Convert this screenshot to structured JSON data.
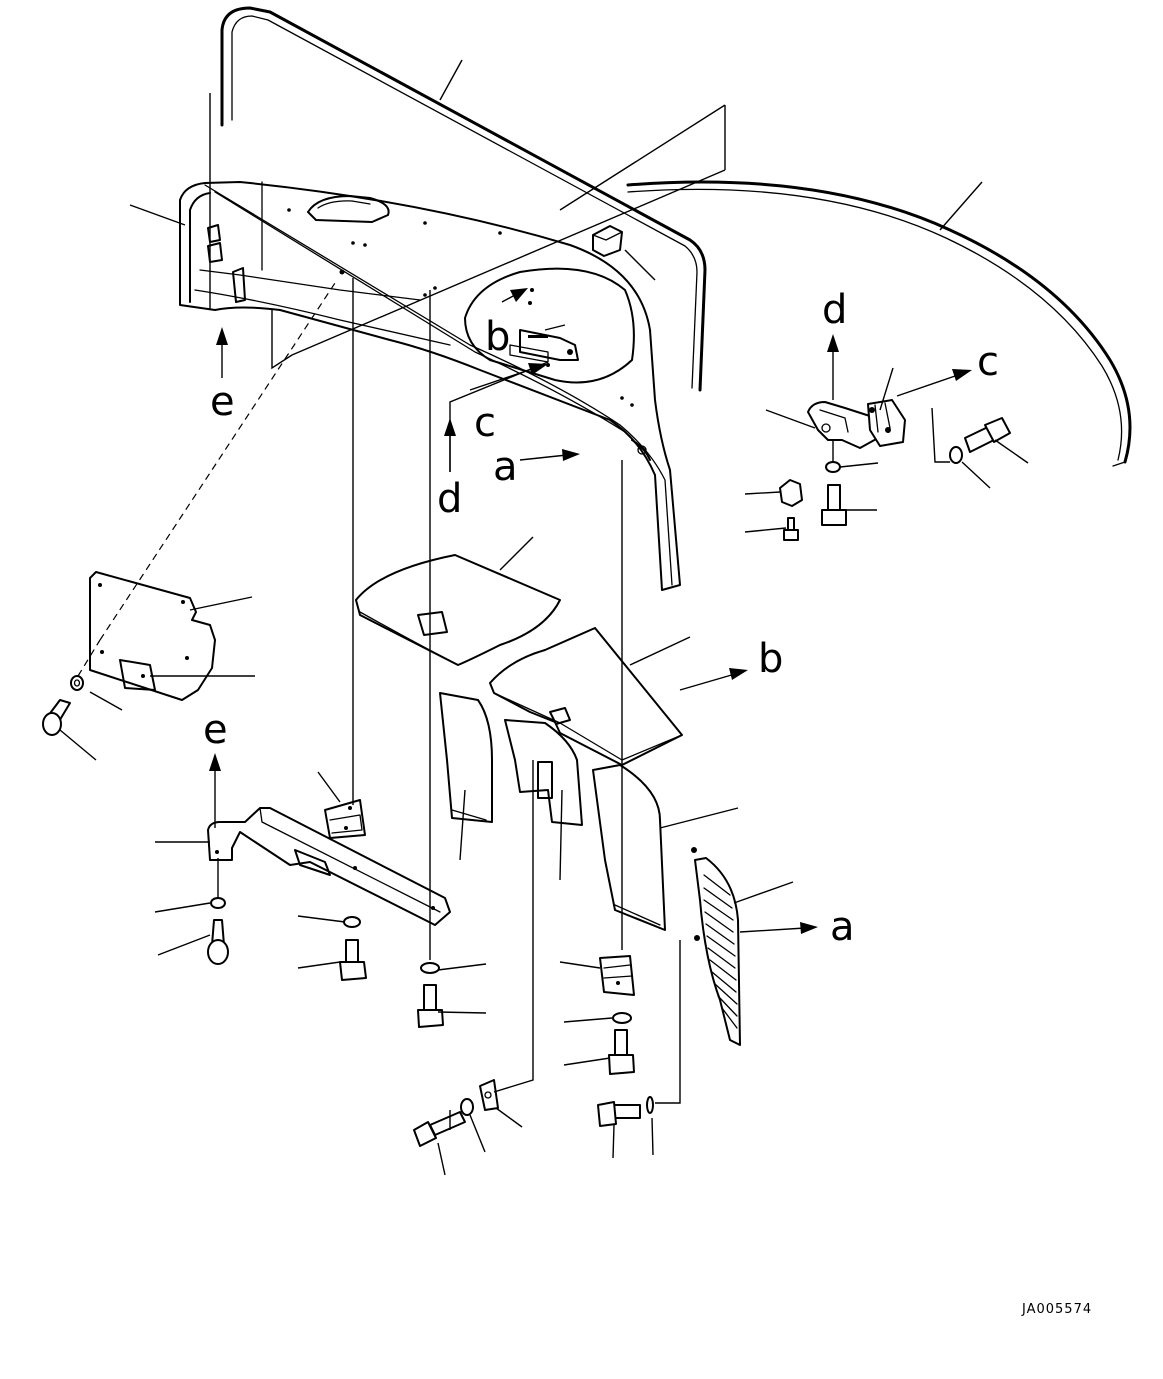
{
  "drawing_code": "JA005574",
  "reference_letters": {
    "a": "a",
    "b": "b",
    "c": "c",
    "d": "d",
    "e": "e"
  }
}
